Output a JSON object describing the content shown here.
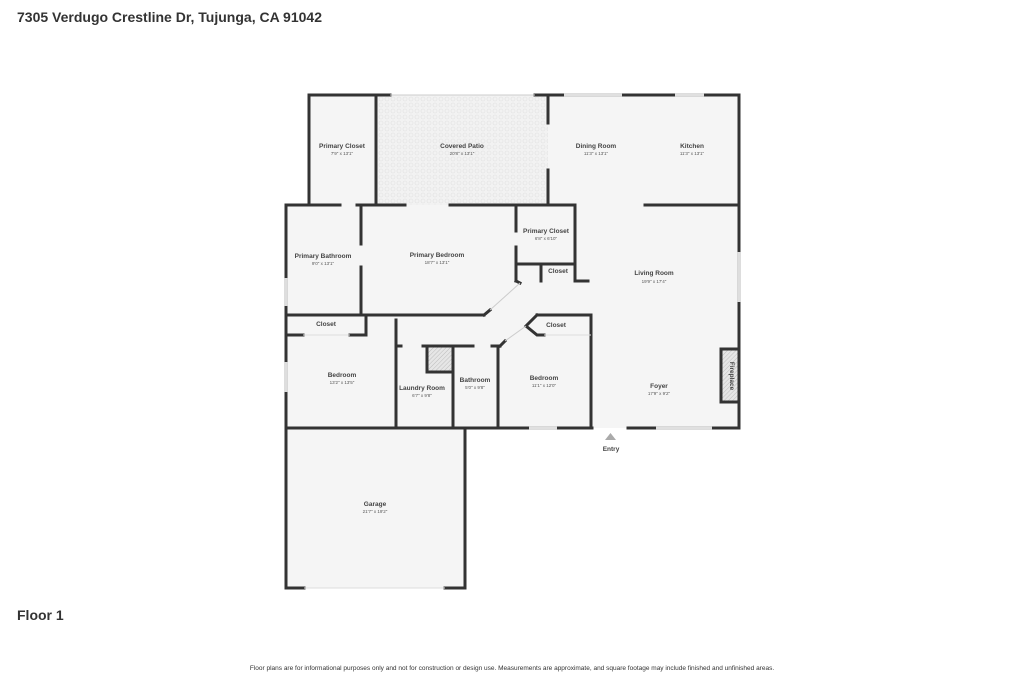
{
  "header": {
    "address": "7305 Verdugo Crestline Dr, Tujunga, CA 91042"
  },
  "floor_label": "Floor 1",
  "disclaimer": "Floor plans are for informational purposes only and not for construction or design use. Measurements are approximate, and square footage may include finished and unfinished areas.",
  "colors": {
    "wall": "#333333",
    "floor": "#f5f5f5",
    "window": "#bbbbbb",
    "text": "#3c3c3c"
  },
  "rooms": [
    {
      "name": "Primary Closet",
      "dims": "7'9\" x 13'1\""
    },
    {
      "name": "Covered Patio",
      "dims": "20'8\" x 13'1\""
    },
    {
      "name": "Dining Room",
      "dims": "11'3\" x 13'1\""
    },
    {
      "name": "Kitchen",
      "dims": "11'3\" x 13'1\""
    },
    {
      "name": "Primary Bathroom",
      "dims": "9'0\" x 13'1\""
    },
    {
      "name": "Primary Bedroom",
      "dims": "18'7\" x 13'1\""
    },
    {
      "name": "Primary Closet",
      "dims": "6'8\" x 6'10\""
    },
    {
      "name": "Closet",
      "dims": ""
    },
    {
      "name": "Living Room",
      "dims": "19'9\" x 17'4\""
    },
    {
      "name": "Closet",
      "dims": ""
    },
    {
      "name": "Closet",
      "dims": ""
    },
    {
      "name": "Bedroom",
      "dims": "13'2\" x 13'5\""
    },
    {
      "name": "Laundry Room",
      "dims": "6'7\" x 9'8\""
    },
    {
      "name": "Bathroom",
      "dims": "5'0\" x 9'8\""
    },
    {
      "name": "Bedroom",
      "dims": "11'1\" x 12'0\""
    },
    {
      "name": "Foyer",
      "dims": "17'9\" x 9'2\""
    },
    {
      "name": "Fireplace",
      "dims": ""
    },
    {
      "name": "Garage",
      "dims": "21'7\" x 19'2\""
    }
  ],
  "entry_label": "Entry"
}
